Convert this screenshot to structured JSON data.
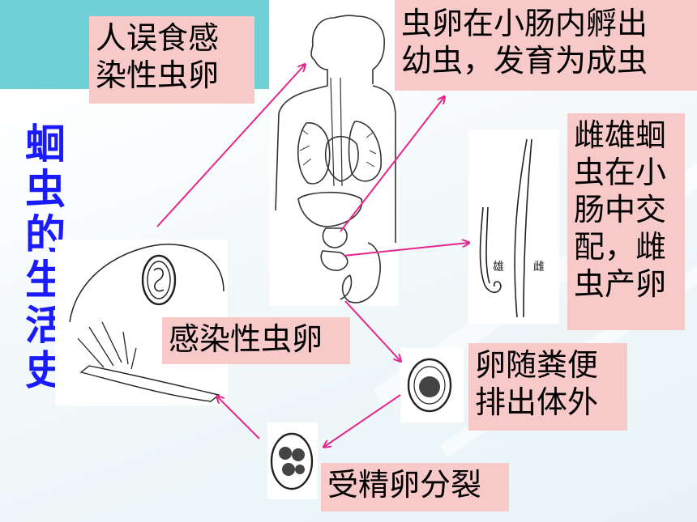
{
  "title_chars": [
    "蛔",
    "虫",
    "的",
    "生",
    "活",
    "史"
  ],
  "labels": {
    "ingest": [
      "人误食感",
      "染性虫卵"
    ],
    "hatch": [
      "虫卵在小肠内孵出",
      "幼虫，发育为成虫"
    ],
    "mate": [
      "雌雄蛔",
      "虫在小",
      "肠中交",
      "配，雌",
      "虫产卵"
    ],
    "infective_egg": "感染性虫卵",
    "excrete": [
      "卵随粪便",
      "排出体外"
    ],
    "cleavage": "受精卵分裂"
  },
  "worm_labels": {
    "male": "雄",
    "female": "雌"
  },
  "colors": {
    "arrow": "#e8258a",
    "title": "#1a1aff",
    "label_bg": "#f7c9c9",
    "band": "#6fd0d6"
  }
}
